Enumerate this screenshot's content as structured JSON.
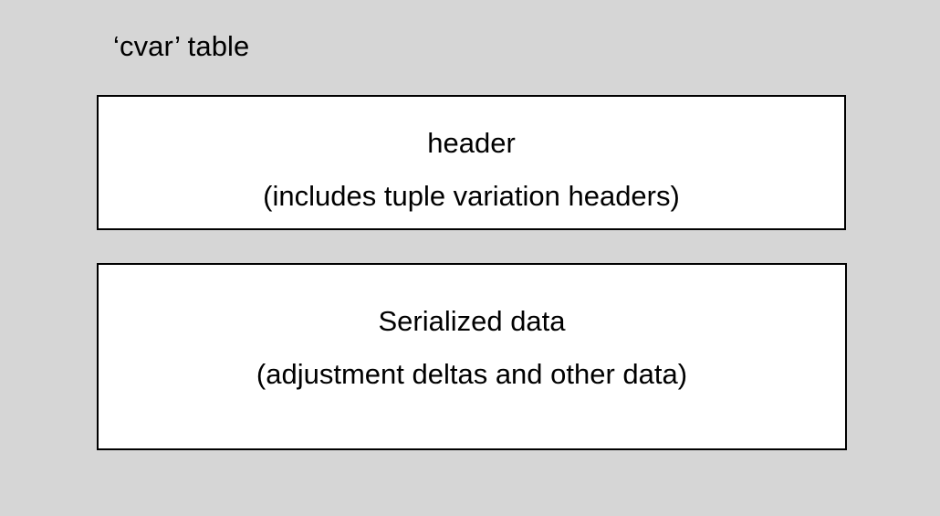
{
  "slide": {
    "title": "‘cvar’ table",
    "background_color": "#d6d6d6",
    "text_color": "#000000"
  },
  "diagram": {
    "type": "stacked-block-diagram",
    "block_fill_color": "#ffffff",
    "block_border_color": "#000000",
    "blocks": [
      {
        "id": "header-block",
        "lines": [
          "header",
          "(includes tuple variation headers)"
        ]
      },
      {
        "id": "serialized-data-block",
        "lines": [
          "Serialized data",
          "(adjustment deltas and other data)"
        ]
      }
    ]
  }
}
